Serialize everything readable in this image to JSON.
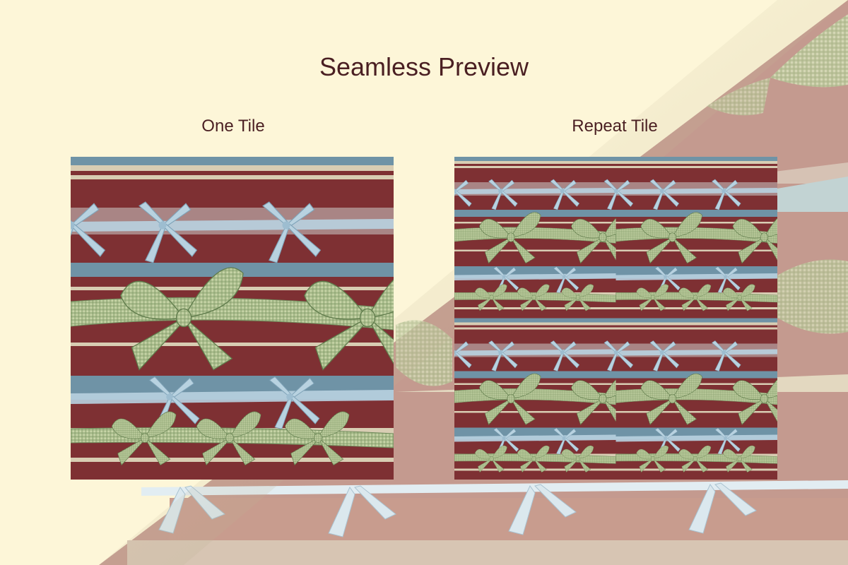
{
  "title": "Seamless Preview",
  "labels": {
    "one_tile": "One Tile",
    "repeat_tile": "Repeat Tile"
  },
  "colors": {
    "cream": "#fdf6d8",
    "maroon": "#7e3033",
    "dusty_blue": "#6f93a6",
    "mauve": "#a98585",
    "beige": "#d8cdb3",
    "rose": "#c49a8f",
    "gingham_green": "#c8d5a8",
    "gingham_dark": "#7f9a66",
    "ribbon_blue": "#b8d2e0",
    "text": "#4a1f22"
  },
  "tile_pattern": {
    "stripes_top_to_bottom": [
      "dusty_blue",
      "beige",
      "maroon",
      "beige",
      "maroon",
      "mauve",
      "maroon",
      "dusty_blue",
      "beige",
      "maroon",
      "beige",
      "maroon",
      "beige",
      "dusty_blue",
      "maroon",
      "beige",
      "maroon"
    ],
    "motifs": [
      "blue ribbon bows",
      "green gingham bows"
    ]
  },
  "repeat_tile": {
    "grid": "2x2"
  }
}
